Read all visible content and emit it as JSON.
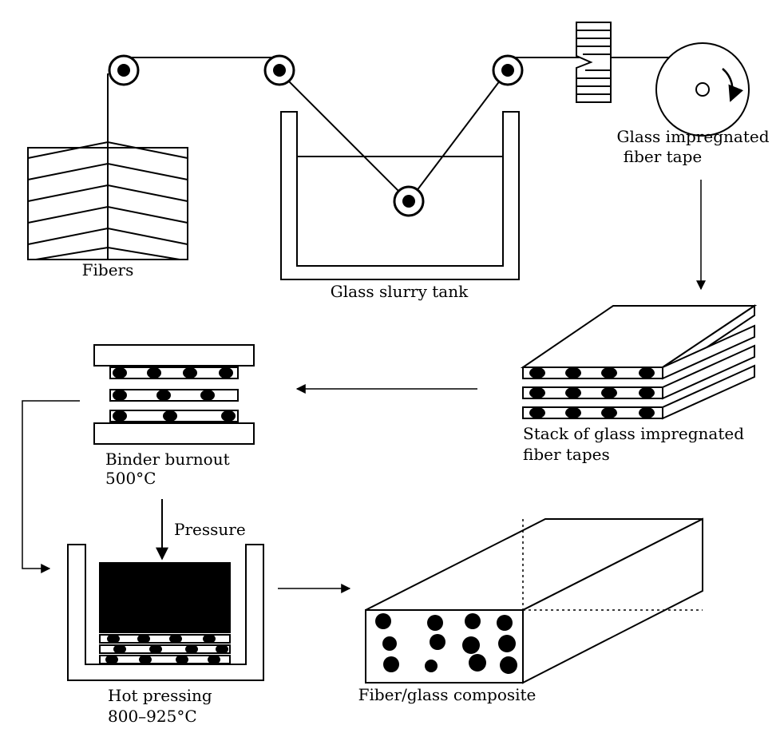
{
  "labels": {
    "fibers": "Fibers",
    "slurry_tank": "Glass slurry tank",
    "tape_line1": "Glass impregnated",
    "tape_line2": "fiber tape",
    "stack_line1": "Stack of glass impregnated",
    "stack_line2": "fiber tapes",
    "burnout_line1": "Binder burnout",
    "burnout_line2": "500°C",
    "pressure": "Pressure",
    "hot_line1": "Hot pressing",
    "hot_line2": "800–925°C",
    "composite": "Fiber/glass composite"
  },
  "colors": {
    "ink": "#000000",
    "paper": "#ffffff"
  }
}
